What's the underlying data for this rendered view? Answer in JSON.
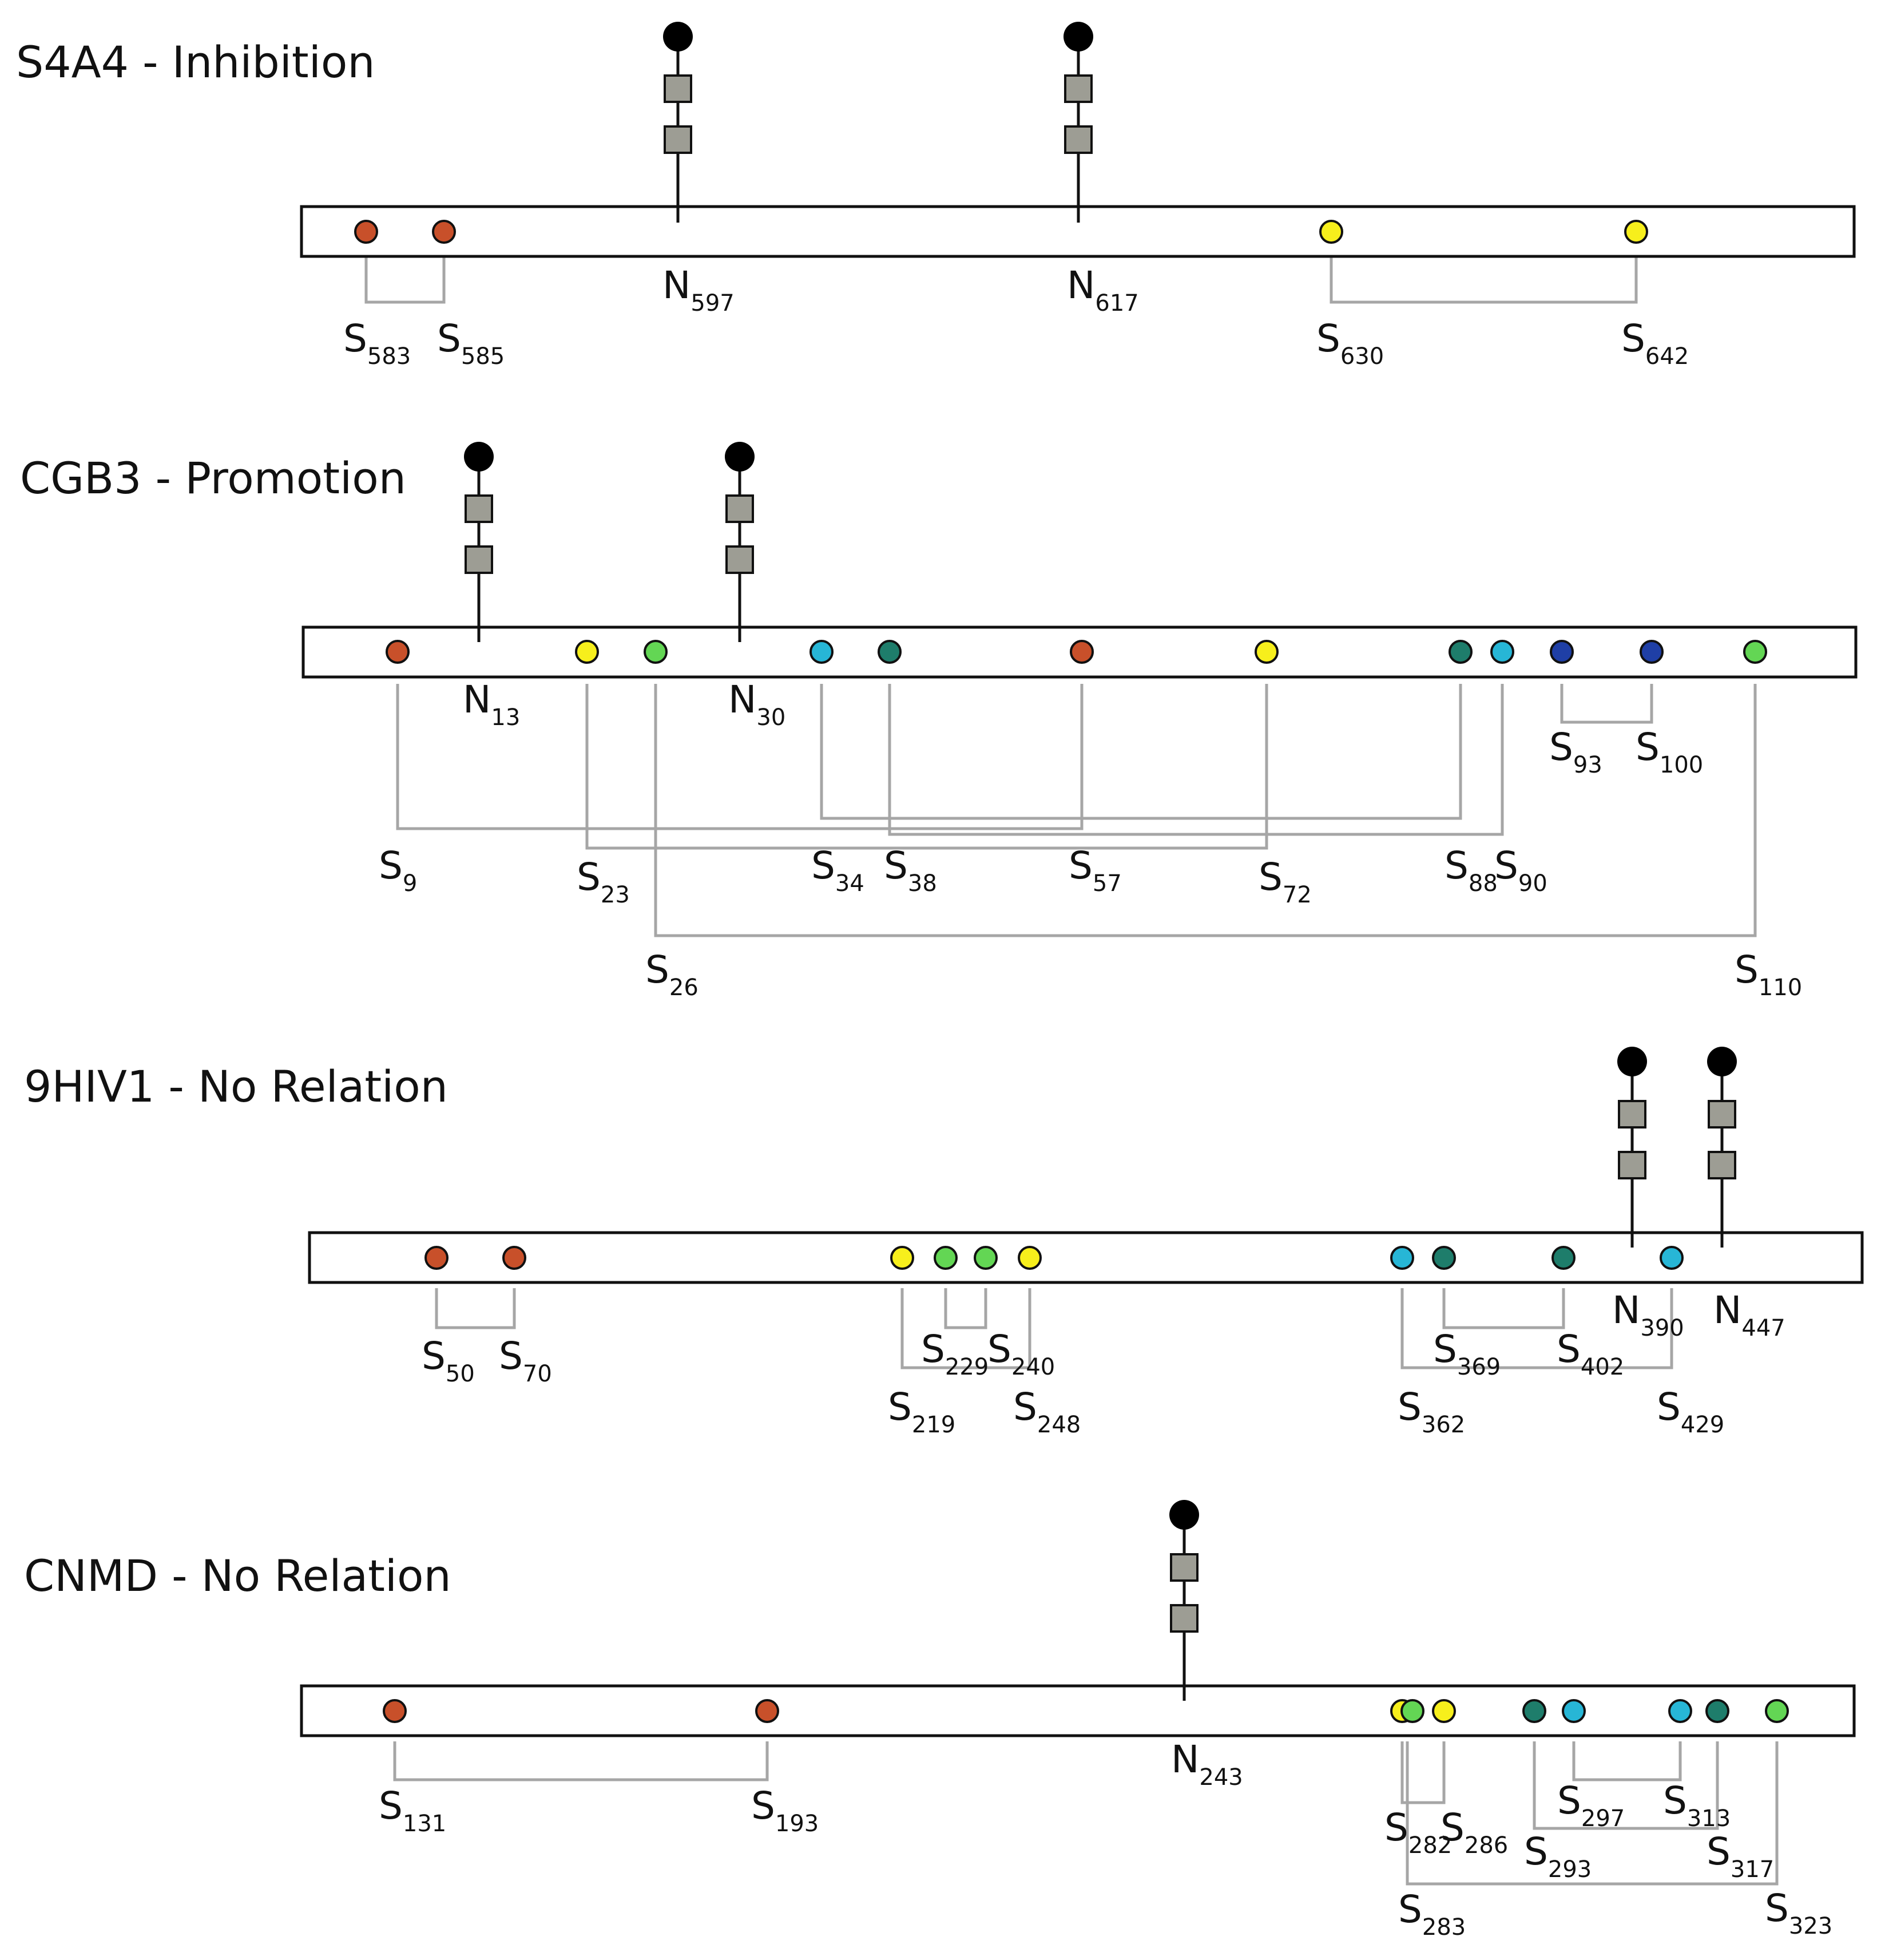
{
  "proteins": [
    {
      "title": "S4A4 - Inhibition",
      "glycans": [
        {
          "label": "N",
          "sub": "597"
        },
        {
          "label": "N",
          "sub": "617"
        }
      ],
      "cysteines": [
        {
          "label": "S",
          "sub": "583",
          "color": "#c8502a"
        },
        {
          "label": "S",
          "sub": "585",
          "color": "#c8502a"
        },
        {
          "label": "S",
          "sub": "630",
          "color": "#f7ef1c"
        },
        {
          "label": "S",
          "sub": "642",
          "color": "#f7ef1c"
        }
      ],
      "disulfide_bonds": [
        [
          "583",
          "585"
        ],
        [
          "630",
          "642"
        ]
      ]
    },
    {
      "title": "CGB3 - Promotion",
      "glycans": [
        {
          "label": "N",
          "sub": "13"
        },
        {
          "label": "N",
          "sub": "30"
        }
      ],
      "cysteines": [
        {
          "label": "S",
          "sub": "9",
          "color": "#c8502a"
        },
        {
          "label": "S",
          "sub": "23",
          "color": "#f7ef1c"
        },
        {
          "label": "S",
          "sub": "26",
          "color": "#63d654"
        },
        {
          "label": "S",
          "sub": "34",
          "color": "#27b6d6"
        },
        {
          "label": "S",
          "sub": "38",
          "color": "#1e7d6b"
        },
        {
          "label": "S",
          "sub": "57",
          "color": "#c8502a"
        },
        {
          "label": "S",
          "sub": "72",
          "color": "#f7ef1c"
        },
        {
          "label": "S",
          "sub": "88",
          "color": "#1e7d6b"
        },
        {
          "label": "S",
          "sub": "90",
          "color": "#27b6d6"
        },
        {
          "label": "S",
          "sub": "93",
          "color": "#1f3fa6"
        },
        {
          "label": "S",
          "sub": "100",
          "color": "#1f3fa6"
        },
        {
          "label": "S",
          "sub": "110",
          "color": "#63d654"
        }
      ],
      "disulfide_bonds": [
        [
          "9",
          "57"
        ],
        [
          "23",
          "72"
        ],
        [
          "26",
          "110"
        ],
        [
          "34",
          "88"
        ],
        [
          "38",
          "90"
        ],
        [
          "93",
          "100"
        ]
      ]
    },
    {
      "title": "9HIV1 - No Relation",
      "glycans": [
        {
          "label": "N",
          "sub": "390"
        },
        {
          "label": "N",
          "sub": "447"
        }
      ],
      "cysteines": [
        {
          "label": "S",
          "sub": "50",
          "color": "#c8502a"
        },
        {
          "label": "S",
          "sub": "70",
          "color": "#c8502a"
        },
        {
          "label": "S",
          "sub": "219",
          "color": "#f7ef1c"
        },
        {
          "label": "S",
          "sub": "229",
          "color": "#63d654"
        },
        {
          "label": "S",
          "sub": "240",
          "color": "#63d654"
        },
        {
          "label": "S",
          "sub": "248",
          "color": "#f7ef1c"
        },
        {
          "label": "S",
          "sub": "362",
          "color": "#27b6d6"
        },
        {
          "label": "S",
          "sub": "369",
          "color": "#1e7d6b"
        },
        {
          "label": "S",
          "sub": "402",
          "color": "#1e7d6b"
        },
        {
          "label": "S",
          "sub": "429",
          "color": "#27b6d6"
        }
      ],
      "disulfide_bonds": [
        [
          "50",
          "70"
        ],
        [
          "219",
          "248"
        ],
        [
          "229",
          "240"
        ],
        [
          "362",
          "429"
        ],
        [
          "369",
          "402"
        ]
      ]
    },
    {
      "title": "CNMD - No Relation",
      "glycans": [
        {
          "label": "N",
          "sub": "243"
        }
      ],
      "cysteines": [
        {
          "label": "S",
          "sub": "131",
          "color": "#c8502a"
        },
        {
          "label": "S",
          "sub": "193",
          "color": "#c8502a"
        },
        {
          "label": "S",
          "sub": "282",
          "color": "#f7ef1c"
        },
        {
          "label": "S",
          "sub": "283",
          "color": "#63d654"
        },
        {
          "label": "S",
          "sub": "286",
          "color": "#f7ef1c"
        },
        {
          "label": "S",
          "sub": "293",
          "color": "#1e7d6b"
        },
        {
          "label": "S",
          "sub": "297",
          "color": "#27b6d6"
        },
        {
          "label": "S",
          "sub": "313",
          "color": "#27b6d6"
        },
        {
          "label": "S",
          "sub": "317",
          "color": "#1e7d6b"
        },
        {
          "label": "S",
          "sub": "323",
          "color": "#63d654"
        }
      ],
      "disulfide_bonds": [
        [
          "131",
          "193"
        ],
        [
          "282",
          "286"
        ],
        [
          "283",
          "323"
        ],
        [
          "293",
          "317"
        ],
        [
          "297",
          "313"
        ]
      ]
    }
  ]
}
